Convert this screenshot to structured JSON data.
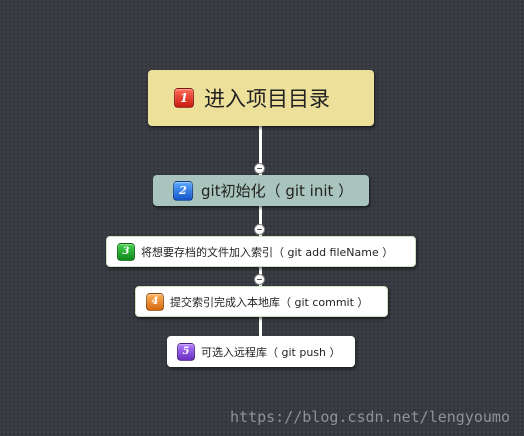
{
  "steps": [
    {
      "number": "1",
      "label": "进入项目目录"
    },
    {
      "number": "2",
      "label": "git初始化（ git init ）"
    },
    {
      "number": "3",
      "label": "将想要存档的文件加入索引（ git add fileName ）"
    },
    {
      "number": "4",
      "label": "提交索引完成入本地库（ git commit ）"
    },
    {
      "number": "5",
      "label": "可选入远程库（ git push ）"
    }
  ],
  "watermark": "https://blog.csdn.net/lengyoumo",
  "colors": {
    "background": "#3a3e44",
    "root_node": "#ede09a",
    "second_node": "#a8c4bd",
    "leaf_node": "#ffffff",
    "badge_1": "#d42a1c",
    "badge_2": "#1f6fe0",
    "badge_3": "#1c9e26",
    "badge_4": "#e07a1c",
    "badge_5": "#7a40d0"
  }
}
